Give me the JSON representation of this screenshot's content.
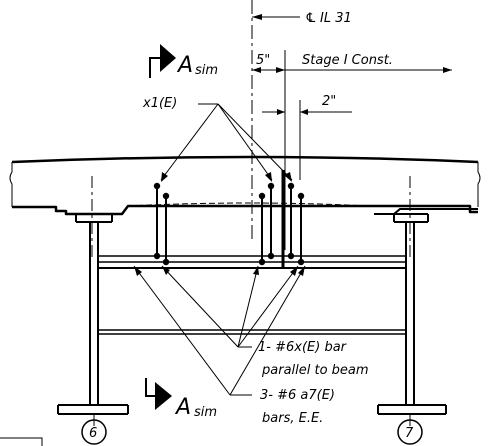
{
  "labels": {
    "centerline": "IL 31",
    "centerline_symbol": "℄",
    "dim_5": "5\"",
    "stage": "Stage I Const.",
    "dim_2": "2\"",
    "x1e": "x1(E)",
    "section_top_letter": "A",
    "section_top_sub": "sim",
    "section_bottom_letter": "A",
    "section_bottom_sub": "sim",
    "note1_line1": "1- #6x(E) bar",
    "note1_line2": "parallel to beam",
    "note2_line1": "3- #6 a7(E)",
    "note2_line2": "bars, E.E.",
    "beam_left": "6",
    "beam_right": "7"
  }
}
